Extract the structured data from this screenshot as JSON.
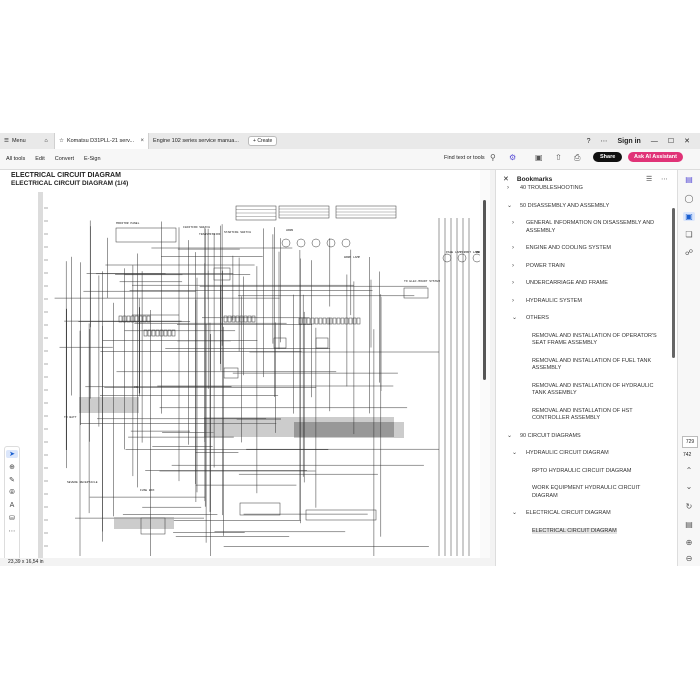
{
  "tabs": {
    "menu_label": "Menu",
    "doc1_title": "Komatsu D31PLL-21 serv...",
    "doc2_title": "Engine 102 series service manua...",
    "create_label": "Create",
    "signin_label": "Sign in"
  },
  "toolbar": {
    "menu_items": [
      "All tools",
      "Edit",
      "Convert",
      "E-Sign"
    ],
    "find_label": "Find text or tools",
    "share_label": "Share",
    "ai_label": "Ask AI Assistant"
  },
  "document": {
    "title_line1": "ELECTRICAL CIRCUIT DIAGRAM",
    "title_line2": "ELECTRICAL CIRCUIT DIAGRAM (1/4)",
    "watermark": "",
    "size_label": "23,39 x 16,54 in",
    "diagram_labels": [
      "MONITOR PANEL",
      "IGNITION SWITCH",
      "TRANSMISSION",
      "STARTING SWITCH",
      "HORN",
      "TO ELEC.MOUNT SYSTEM",
      "SEVERE RECEPTACLE",
      "FUSE BOX",
      "PAGE LAMP",
      "FRONT LAMP",
      "REAR LAMP",
      "WORK LAMP",
      "TO BATT",
      "CN"
    ]
  },
  "bookmarks": {
    "panel_title": "Bookmarks",
    "items": [
      {
        "label": "40 TROUBLESHOOTING",
        "level": 1,
        "chevron": "right"
      },
      {
        "label": "50 DISASSEMBLY AND ASSEMBLY",
        "level": 1,
        "chevron": "down"
      },
      {
        "label": "GENERAL INFORMATION ON DISASSEMBLY AND ASSEMBLY",
        "level": 2,
        "chevron": "right"
      },
      {
        "label": "ENGINE AND COOLING SYSTEM",
        "level": 2,
        "chevron": "right"
      },
      {
        "label": "POWER TRAIN",
        "level": 2,
        "chevron": "right"
      },
      {
        "label": "UNDERCARRIAGE AND FRAME",
        "level": 2,
        "chevron": "right"
      },
      {
        "label": "HYDRAULIC SYSTEM",
        "level": 2,
        "chevron": "right"
      },
      {
        "label": "OTHERS",
        "level": 2,
        "chevron": "down"
      },
      {
        "label": "REMOVAL AND INSTALLATION OF OPERATOR'S SEAT FRAME ASSEMBLY",
        "level": 3,
        "chevron": ""
      },
      {
        "label": "REMOVAL AND INSTALLATION OF FUEL TANK ASSEMBLY",
        "level": 3,
        "chevron": ""
      },
      {
        "label": "REMOVAL AND INSTALLATION OF HYDRAULIC TANK ASSEMBLY",
        "level": 3,
        "chevron": ""
      },
      {
        "label": "REMOVAL AND INSTALLATION OF HST CONTROLLER ASSEMBLY",
        "level": 3,
        "chevron": ""
      },
      {
        "label": "90 CIRCUIT DIAGRAMS",
        "level": 1,
        "chevron": "down"
      },
      {
        "label": "HYDRAULIC CIRCUIT DIAGRAM",
        "level": 2,
        "chevron": "down"
      },
      {
        "label": "RPTO HYDRAULIC CIRCUIT DIAGRAM",
        "level": 3,
        "chevron": ""
      },
      {
        "label": "WORK EQUIPMENT HYDRAULIC CIRCUIT DIAGRAM",
        "level": 3,
        "chevron": ""
      },
      {
        "label": "ELECTRICAL CIRCUIT DIAGRAM",
        "level": 2,
        "chevron": "down"
      },
      {
        "label": "ELECTRICAL CIRCUIT DIAGRAM",
        "level": 3,
        "chevron": "",
        "selected": true
      }
    ]
  },
  "pagination": {
    "current_page": "729",
    "total_pages": "742"
  },
  "colors": {
    "ai_button": "#e03377",
    "share_button": "#111111",
    "active_tool": "#1a5fd0"
  }
}
